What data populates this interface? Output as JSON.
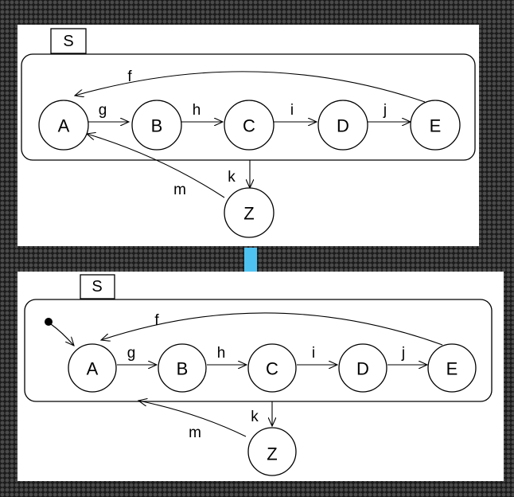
{
  "colors": {
    "transform_arrow": "#4ec3f2",
    "active_marker": "#9bdcf5",
    "stroke": "#000000",
    "panel": "#ffffff"
  },
  "top": {
    "container_label": "S",
    "nodes": {
      "A": "A",
      "B": "B",
      "C": "C",
      "D": "D",
      "E": "E",
      "Z": "Z"
    },
    "edges": {
      "g": "g",
      "h": "h",
      "i": "i",
      "j": "j",
      "f": "f",
      "k": "k",
      "m": "m"
    }
  },
  "bottom": {
    "container_label": "S",
    "nodes": {
      "A": "A",
      "B": "B",
      "C": "C",
      "D": "D",
      "E": "E",
      "Z": "Z"
    },
    "edges": {
      "g": "g",
      "h": "h",
      "i": "i",
      "j": "j",
      "f": "f",
      "k": "k",
      "m": "m"
    }
  }
}
